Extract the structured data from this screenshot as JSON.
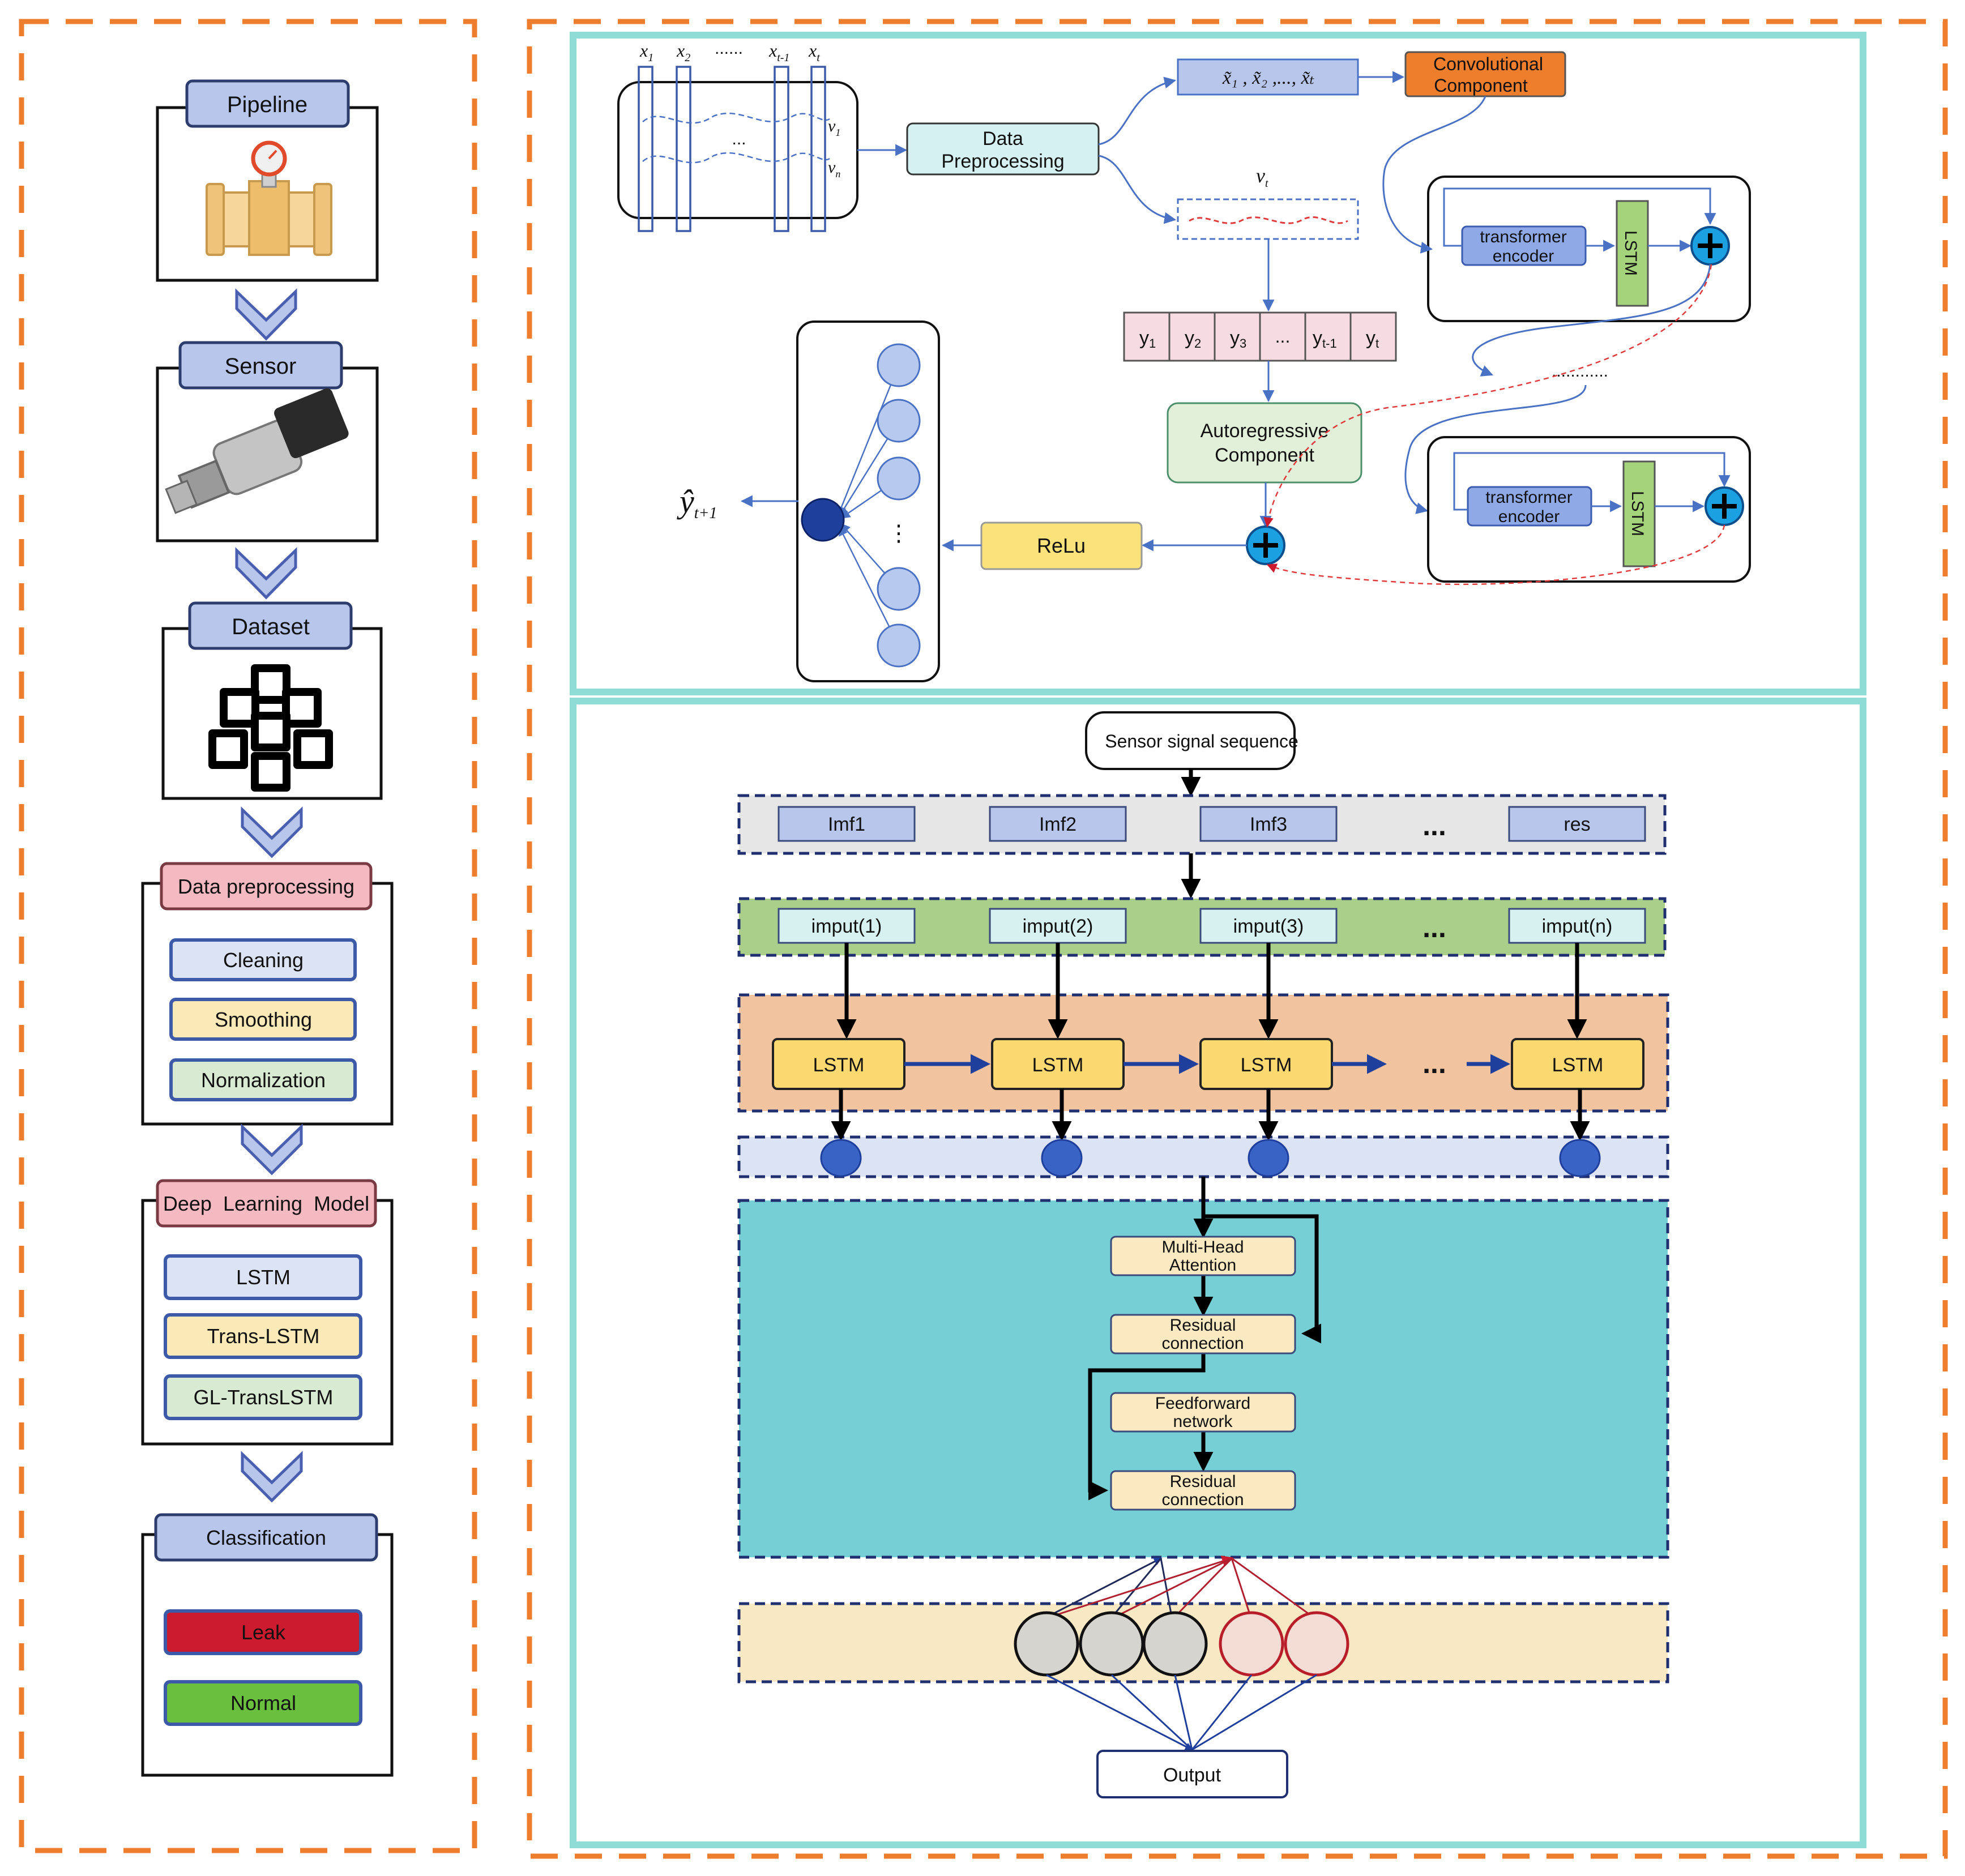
{
  "colors": {
    "outer_dash": "#ee7d2e",
    "panel_border": "#8fdcd6",
    "blue_box": "#b8c6ec",
    "pink_box": "#f4b9c1",
    "yellow_box": "#fbe9b7",
    "green_box": "#d9ead3",
    "leak": "#cc1a2e",
    "normal": "#6bbf3f",
    "conv": "#ef7e2c",
    "teal": "#77cfd6",
    "lstm_yellow": "#fbd870",
    "band_orange": "#f1c49f",
    "band_green": "#a9cf8a",
    "band_grey": "#e6e6e6",
    "band_blue": "#dce3f5",
    "band_cream": "#f8e8c3",
    "arrow_blue": "#1f3f9c"
  },
  "pipeline": {
    "pipeline_label": "Pipeline",
    "sensor_label": "Sensor",
    "dataset_label": "Dataset",
    "preprocessing": {
      "title": "Data preprocessing",
      "steps": [
        "Cleaning",
        "Smoothing",
        "Normalization"
      ]
    },
    "model": {
      "title": "Deep  Learning  Model",
      "options": [
        "LSTM",
        "Trans-LSTM",
        "GL-TransLSTM"
      ]
    },
    "classification": {
      "title": "Classification",
      "classes": [
        "Leak",
        "Normal"
      ]
    }
  },
  "top_panel": {
    "x_labels": [
      "x",
      "x",
      "......",
      "x",
      "x"
    ],
    "x_subs": [
      "1",
      "2",
      "",
      "t-1",
      "t"
    ],
    "v1": "v",
    "v1_sub": "1",
    "vn": "v",
    "vn_sub": "n",
    "inner_dots": "...",
    "data_preprocessing": [
      "Data",
      "Preprocessing"
    ],
    "x_tilde": "x̃₁ , x̃₂ ,..., x̃ₜ",
    "conv_component": [
      "Convolutional",
      "Component"
    ],
    "vt": "v",
    "vt_sub": "t",
    "y_cells": [
      "y",
      "y",
      "y",
      "...",
      "y",
      "y"
    ],
    "y_subs": [
      "1",
      "2",
      "3",
      "",
      "t-1",
      "t"
    ],
    "autoregressive": [
      "Autoregressive",
      "Component"
    ],
    "relu": "ReLu",
    "transformer_encoder": [
      "transformer",
      "encoder"
    ],
    "lstm_vertical": "LSTM",
    "between_dots": "............",
    "output_symbol": "ŷ",
    "output_sub": "t+1",
    "neuron_dots": "⋮"
  },
  "bottom_panel": {
    "input_label": "Sensor signal sequence",
    "imfs": [
      "Imf1",
      "Imf2",
      "Imf3",
      "...",
      "res"
    ],
    "inputs": [
      "imput(1)",
      "imput(2)",
      "imput(3)",
      "...",
      "imput(n)"
    ],
    "lstm_cells": [
      "LSTM",
      "LSTM",
      "LSTM",
      "...",
      "LSTM"
    ],
    "attention_blocks": [
      [
        "Multi-Head",
        "Attention"
      ],
      [
        "Residual",
        "connection"
      ],
      [
        "Feedforward",
        "network"
      ],
      [
        "Residual",
        "connection"
      ]
    ],
    "output_label": "Output"
  }
}
